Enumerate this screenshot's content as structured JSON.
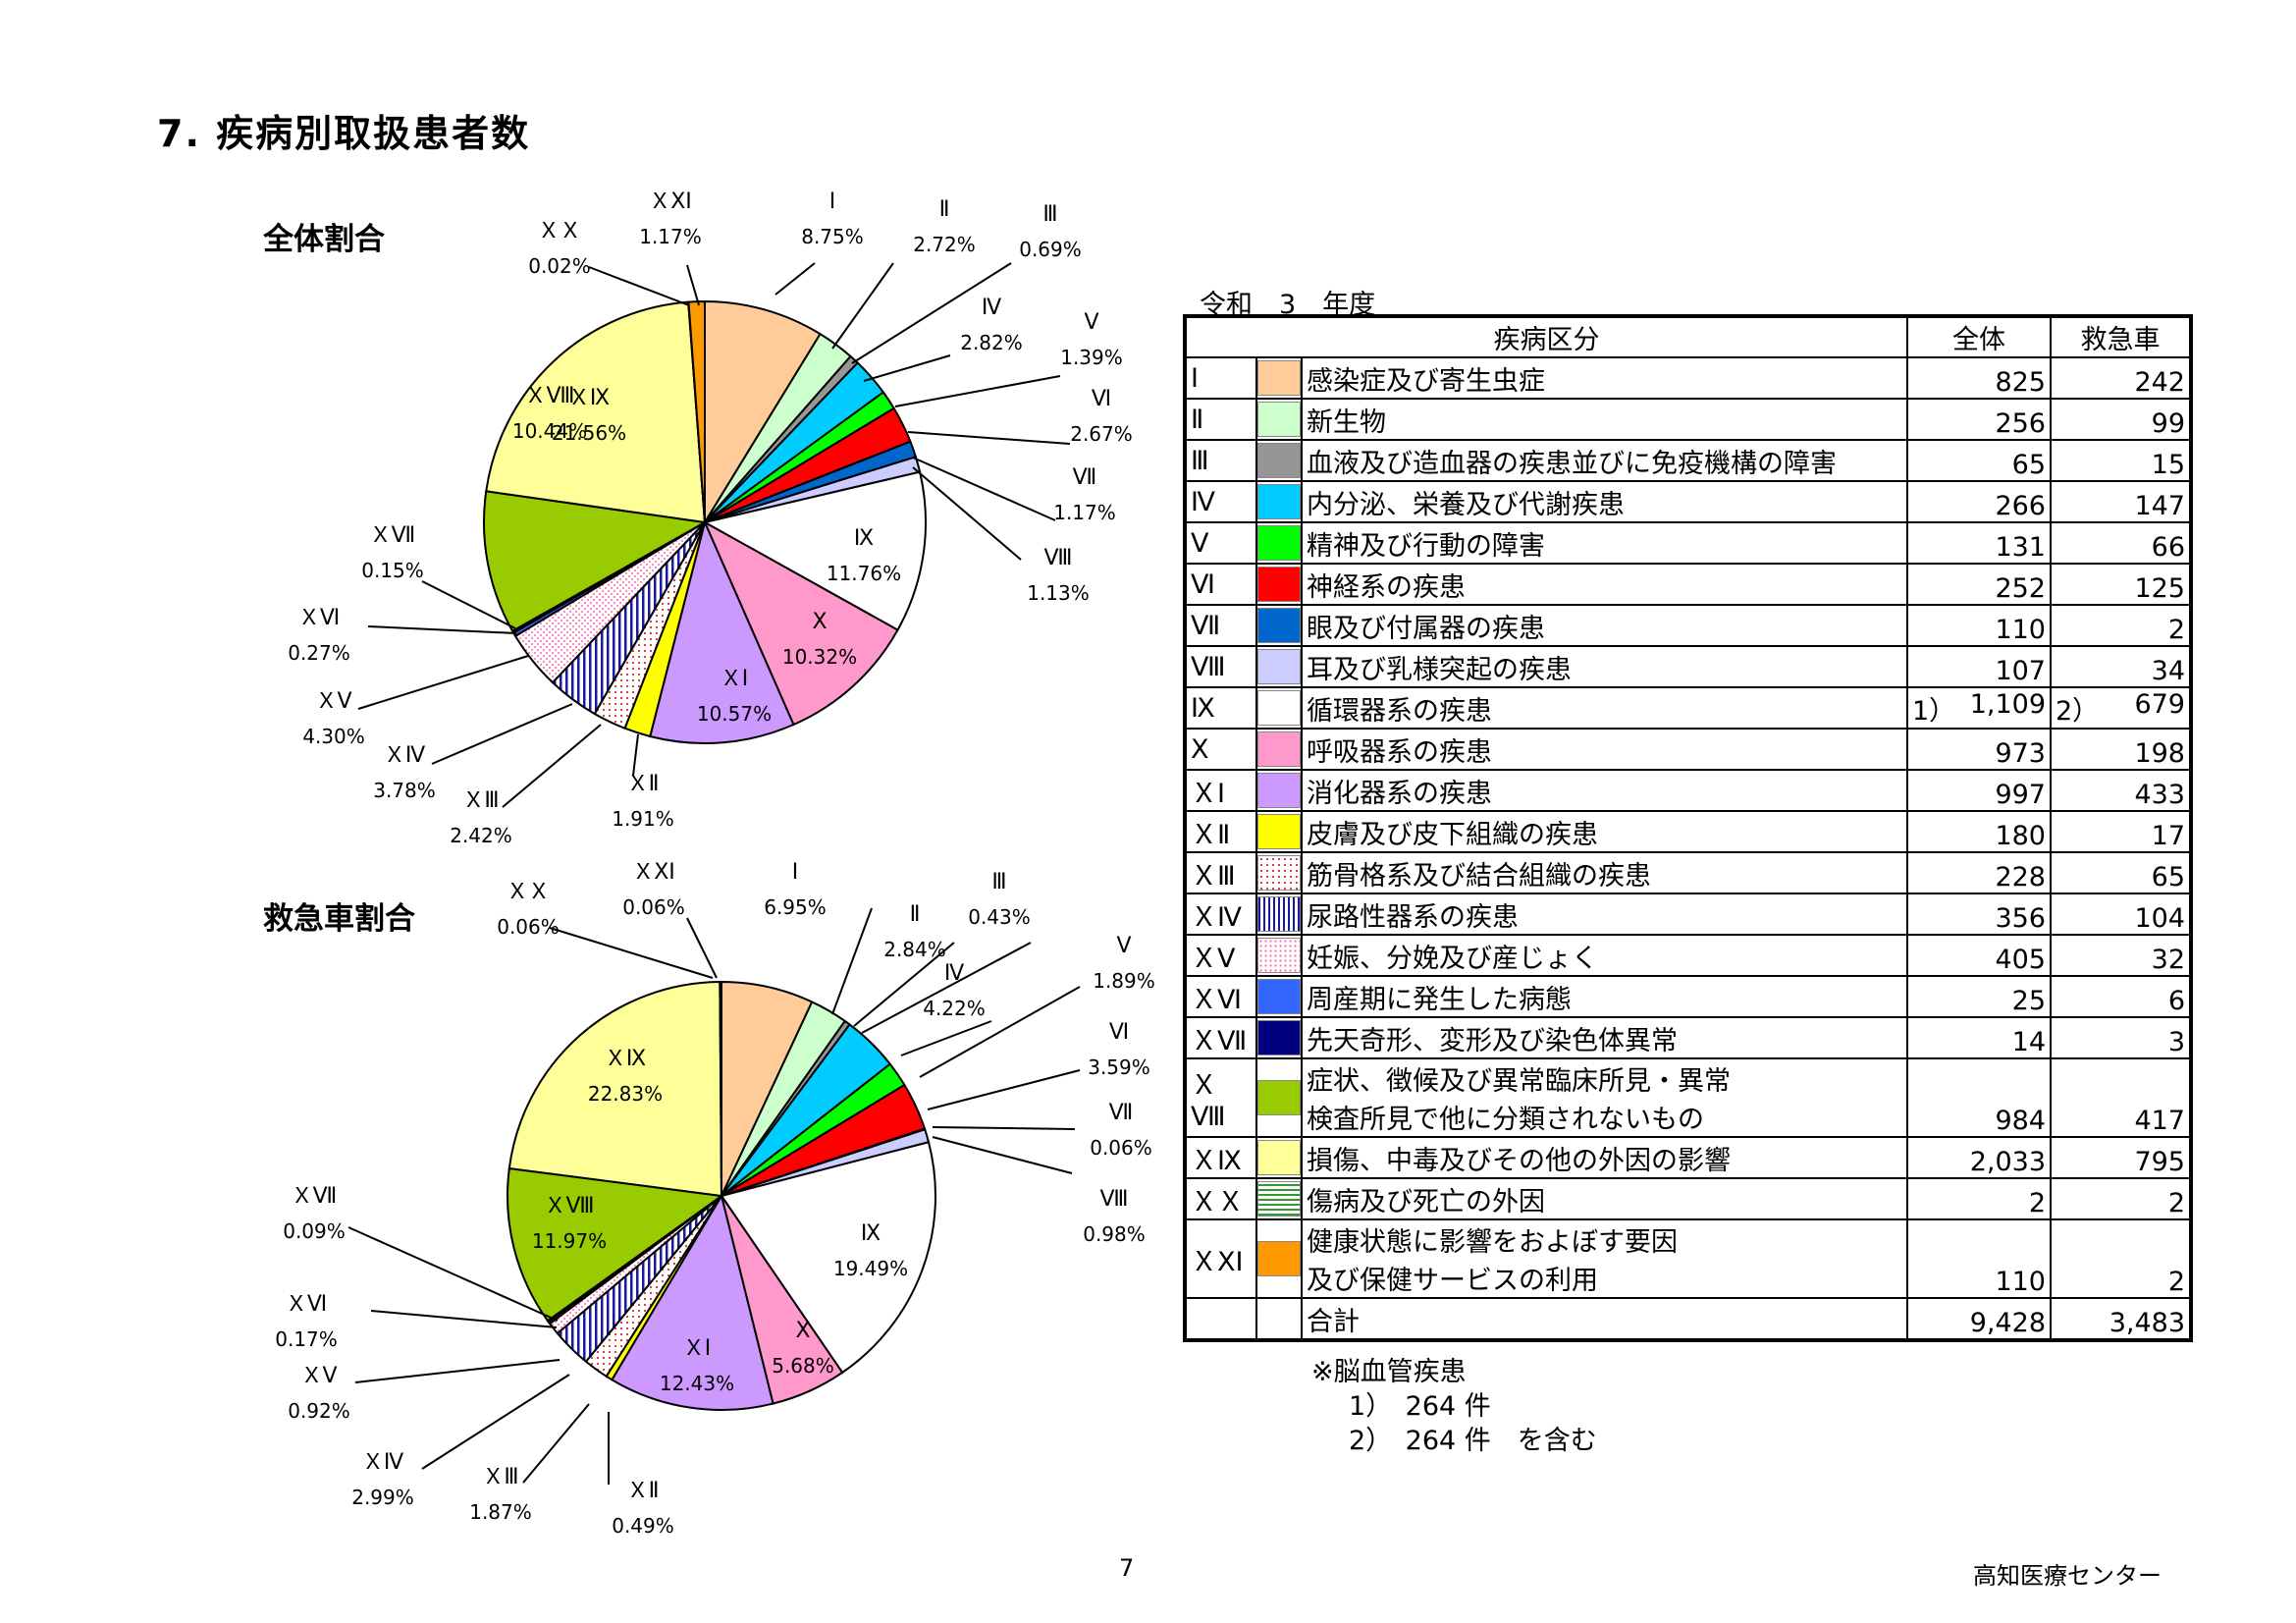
{
  "page": {
    "title": "7. 疾病別取扱患者数",
    "page_number": "7",
    "organization": "高知医療センター"
  },
  "categories": [
    {
      "code": "Ⅰ",
      "name": "感染症及び寄生虫症",
      "color": "#ffcc99"
    },
    {
      "code": "Ⅱ",
      "name": "新生物",
      "color": "#ccffcc"
    },
    {
      "code": "Ⅲ",
      "name": "血液及び造血器の疾患並びに免疫機構の障害",
      "color": "#969696"
    },
    {
      "code": "Ⅳ",
      "name": "内分泌、栄養及び代謝疾患",
      "color": "#00ccff"
    },
    {
      "code": "Ⅴ",
      "name": "精神及び行動の障害",
      "color": "#00ff00"
    },
    {
      "code": "Ⅵ",
      "name": "神経系の疾患",
      "color": "#ff0000"
    },
    {
      "code": "Ⅶ",
      "name": "眼及び付属器の疾患",
      "color": "#0066cc"
    },
    {
      "code": "Ⅷ",
      "name": "耳及び乳様突起の疾患",
      "color": "#ccccff"
    },
    {
      "code": "Ⅸ",
      "name": "循環器系の疾患",
      "color": "#ffffff"
    },
    {
      "code": "Ⅹ",
      "name": "呼吸器系の疾患",
      "color": "#ff99cc"
    },
    {
      "code": "ＸⅠ",
      "name": "消化器系の疾患",
      "color": "#cc99ff"
    },
    {
      "code": "ＸⅡ",
      "name": "皮膚及び皮下組織の疾患",
      "color": "#ffff00"
    },
    {
      "code": "ＸⅢ",
      "name": "筋骨格系及び結合組織の疾患",
      "color": "pat-dots"
    },
    {
      "code": "ＸⅣ",
      "name": "尿路性器系の疾患",
      "color": "pat-vlines"
    },
    {
      "code": "ＸⅤ",
      "name": "妊娠、分娩及び産じょく",
      "color": "pat-pinkdots"
    },
    {
      "code": "ＸⅥ",
      "name": "周産期に発生した病態",
      "color": "#3366ff"
    },
    {
      "code": "ＸⅦ",
      "name": "先天奇形、変形及び染色体異常",
      "color": "#000080"
    },
    {
      "code": "ＸⅧ",
      "name_line1": "症状、徴候及び異常臨床所見・異常",
      "name_line2": "検査所見で他に分類されないもの",
      "color": "#99cc00"
    },
    {
      "code": "ＸⅨ",
      "name": "損傷、中毒及びその他の外因の影響",
      "color": "#ffff99"
    },
    {
      "code": "ＸＸ",
      "name": "傷病及び死亡の外因",
      "color": "pat-hlines"
    },
    {
      "code": "ＸⅩⅠ",
      "name_line1": "健康状態に影響をおよぼす要因",
      "name_line2": "及び保健サービスの利用",
      "color": "#ff9900"
    }
  ],
  "table": {
    "year_label": "令和　3　年度",
    "headers": {
      "category": "疾病区分",
      "total": "全体",
      "ambulance": "救急車"
    },
    "rows": [
      {
        "total": "825",
        "ambulance": "242"
      },
      {
        "total": "256",
        "ambulance": "99"
      },
      {
        "total": "65",
        "ambulance": "15"
      },
      {
        "total": "266",
        "ambulance": "147"
      },
      {
        "total": "131",
        "ambulance": "66"
      },
      {
        "total": "252",
        "ambulance": "125"
      },
      {
        "total": "110",
        "ambulance": "2"
      },
      {
        "total": "107",
        "ambulance": "34"
      },
      {
        "total": "1,109",
        "ambulance": "679",
        "total_prefix": "1）",
        "ambulance_prefix": "2）"
      },
      {
        "total": "973",
        "ambulance": "198"
      },
      {
        "total": "997",
        "ambulance": "433"
      },
      {
        "total": "180",
        "ambulance": "17"
      },
      {
        "total": "228",
        "ambulance": "65"
      },
      {
        "total": "356",
        "ambulance": "104"
      },
      {
        "total": "405",
        "ambulance": "32"
      },
      {
        "total": "25",
        "ambulance": "6"
      },
      {
        "total": "14",
        "ambulance": "3"
      },
      {
        "total": "984",
        "ambulance": "417"
      },
      {
        "total": "2,033",
        "ambulance": "795"
      },
      {
        "total": "2",
        "ambulance": "2"
      },
      {
        "total": "110",
        "ambulance": "2"
      }
    ],
    "total_row": {
      "label": "合計",
      "total": "9,428",
      "ambulance": "3,483"
    }
  },
  "note": {
    "line1": "※脳血管疾患",
    "line2": "1）　264 件",
    "line3": "2）　264 件　を含む"
  },
  "chart_data": [
    {
      "type": "pie",
      "title": "全体割合",
      "labels": [
        "Ⅰ",
        "Ⅱ",
        "Ⅲ",
        "Ⅳ",
        "Ⅴ",
        "Ⅵ",
        "Ⅶ",
        "Ⅷ",
        "Ⅸ",
        "Ⅹ",
        "ＸⅠ",
        "ＸⅡ",
        "ＸⅢ",
        "ＸⅣ",
        "ＸⅤ",
        "ＸⅥ",
        "ＸⅦ",
        "ＸⅧ",
        "ＸⅨ",
        "ＸＸ",
        "ＸⅩⅠ"
      ],
      "values": [
        8.75,
        2.72,
        0.69,
        2.82,
        1.39,
        2.67,
        1.17,
        1.13,
        11.76,
        10.32,
        10.57,
        1.91,
        2.42,
        3.78,
        4.3,
        0.27,
        0.15,
        10.44,
        21.56,
        0.02,
        1.17
      ],
      "value_labels": [
        "8.75%",
        "2.72%",
        "0.69%",
        "2.82%",
        "1.39%",
        "2.67%",
        "1.17%",
        "1.13%",
        "11.76%",
        "10.32%",
        "10.57%",
        "1.91%",
        "2.42%",
        "3.78%",
        "4.30%",
        "0.27%",
        "0.15%",
        "10.44%",
        "21.56%",
        "0.02%",
        "1.17%"
      ]
    },
    {
      "type": "pie",
      "title": "救急車割合",
      "labels": [
        "Ⅰ",
        "Ⅱ",
        "Ⅲ",
        "Ⅳ",
        "Ⅴ",
        "Ⅵ",
        "Ⅶ",
        "Ⅷ",
        "Ⅸ",
        "Ⅹ",
        "ＸⅠ",
        "ＸⅡ",
        "ＸⅢ",
        "ＸⅣ",
        "ＸⅤ",
        "ＸⅥ",
        "ＸⅦ",
        "ＸⅧ",
        "ＸⅨ",
        "ＸＸ",
        "ＸⅩⅠ"
      ],
      "values": [
        6.95,
        2.84,
        0.43,
        4.22,
        1.89,
        3.59,
        0.06,
        0.98,
        19.49,
        5.68,
        12.43,
        0.49,
        1.87,
        2.99,
        0.92,
        0.17,
        0.09,
        11.97,
        22.83,
        0.06,
        0.06
      ],
      "value_labels": [
        "6.95%",
        "2.84%",
        "0.43%",
        "4.22%",
        "1.89%",
        "3.59%",
        "0.06%",
        "0.98%",
        "19.49%",
        "5.68%",
        "12.43%",
        "0.49%",
        "1.87%",
        "2.99%",
        "0.92%",
        "0.17%",
        "0.09%",
        "11.97%",
        "22.83%",
        "0.06%",
        "0.06%"
      ]
    }
  ]
}
